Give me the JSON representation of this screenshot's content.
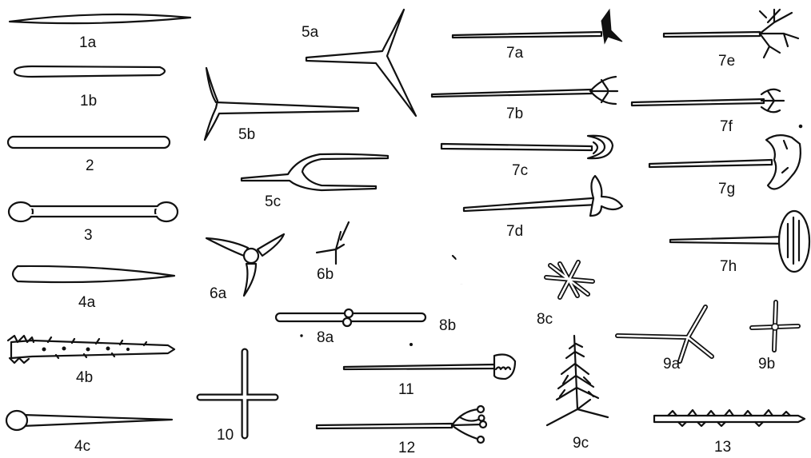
{
  "labels": {
    "l1a": "1a",
    "l1b": "1b",
    "l2": "2",
    "l3": "3",
    "l4a": "4a",
    "l4b": "4b",
    "l4c": "4c",
    "l5a": "5a",
    "l5b": "5b",
    "l5c": "5c",
    "l6a": "6a",
    "l6b": "6b",
    "l7a": "7a",
    "l7b": "7b",
    "l7c": "7c",
    "l7d": "7d",
    "l7e": "7e",
    "l7f": "7f",
    "l7g": "7g",
    "l7h": "7h",
    "l8a": "8a",
    "l8b": "8b",
    "l8c": "8c",
    "l9a": "9a",
    "l9b": "9b",
    "l9c": "9c",
    "l10": "10",
    "l11": "11",
    "l12": "12",
    "l13": "13"
  }
}
